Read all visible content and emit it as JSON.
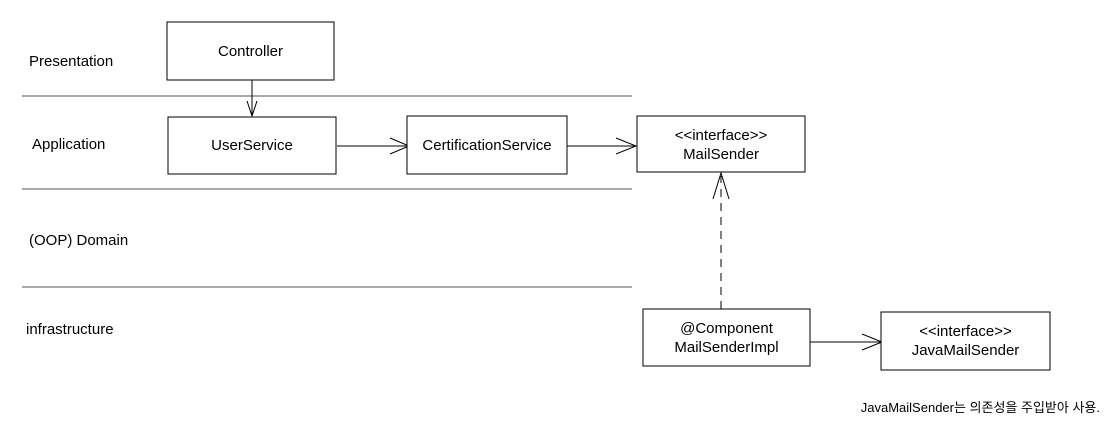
{
  "colors": {
    "default_text": "#000000",
    "domain_label": "#1a64b4",
    "divider": "#555555"
  },
  "layers": {
    "presentation": "Presentation",
    "application": "Application",
    "domain": "(OOP) Domain",
    "infrastructure": "infrastructure"
  },
  "boxes": {
    "controller": {
      "lines": [
        "Controller"
      ]
    },
    "user_service": {
      "lines": [
        "UserService"
      ]
    },
    "certification_service": {
      "lines": [
        "CertificationService"
      ]
    },
    "mail_sender": {
      "lines": [
        "<<interface>>",
        "MailSender"
      ]
    },
    "mail_sender_impl": {
      "lines": [
        "@Component",
        "MailSenderImpl"
      ]
    },
    "java_mail_sender": {
      "lines": [
        "<<interface>>",
        "JavaMailSender"
      ]
    }
  },
  "edges": [
    {
      "from": "Controller",
      "to": "UserService",
      "kind": "dependency"
    },
    {
      "from": "UserService",
      "to": "CertificationService",
      "kind": "dependency"
    },
    {
      "from": "CertificationService",
      "to": "MailSender",
      "kind": "dependency"
    },
    {
      "from": "MailSenderImpl",
      "to": "MailSender",
      "kind": "realization"
    },
    {
      "from": "MailSenderImpl",
      "to": "JavaMailSender",
      "kind": "dependency"
    }
  ],
  "note": "JavaMailSender는 의존성을 주입받아 사용."
}
